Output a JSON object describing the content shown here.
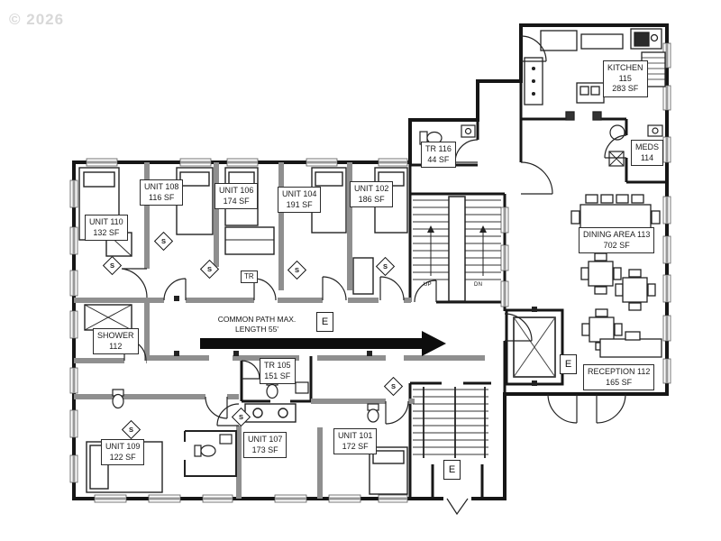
{
  "watermark": "© 2026",
  "colors": {
    "wall": "#161616",
    "demising_wall": "#8f8f8f",
    "window": "#9a9a9a",
    "arrow": "#0d0d0d",
    "watermark": "#d8d8d8",
    "background": "#ffffff"
  },
  "plan": {
    "rooms": [
      {
        "id": "unit-110",
        "line1": "UNIT 110",
        "line2": "132 SF"
      },
      {
        "id": "unit-108",
        "line1": "UNIT 108",
        "line2": "116 SF"
      },
      {
        "id": "unit-106",
        "line1": "UNIT 106",
        "line2": "174 SF"
      },
      {
        "id": "unit-104",
        "line1": "UNIT 104",
        "line2": "191 SF"
      },
      {
        "id": "unit-102",
        "line1": "UNIT 102",
        "line2": "186 SF"
      },
      {
        "id": "tr-116",
        "line1": "TR 116",
        "line2": "44 SF"
      },
      {
        "id": "tr",
        "line1": "TR"
      },
      {
        "id": "kitchen-115",
        "line1": "KITCHEN",
        "line2": "115",
        "line3": "283 SF"
      },
      {
        "id": "meds-114",
        "line1": "MEDS",
        "line2": "114"
      },
      {
        "id": "dining-113",
        "line1": "DINING AREA 113",
        "line2": "702 SF"
      },
      {
        "id": "shower-112",
        "line1": "SHOWER",
        "line2": "112"
      },
      {
        "id": "tr-105",
        "line1": "TR 105",
        "line2": "151 SF"
      },
      {
        "id": "unit-109",
        "line1": "UNIT 109",
        "line2": "122 SF"
      },
      {
        "id": "unit-107",
        "line1": "UNIT 107",
        "line2": "173 SF"
      },
      {
        "id": "unit-101",
        "line1": "UNIT 101",
        "line2": "172 SF"
      },
      {
        "id": "reception-112",
        "line1": "RECEPTION 112",
        "line2": "165 SF"
      }
    ],
    "annotations": {
      "common_path_line1": "COMMON PATH MAX.",
      "common_path_line2": "LENGTH 55'",
      "exit_label": "E",
      "smoke_symbol": "S",
      "stair_up": "UP",
      "stair_dn": "DN"
    }
  }
}
